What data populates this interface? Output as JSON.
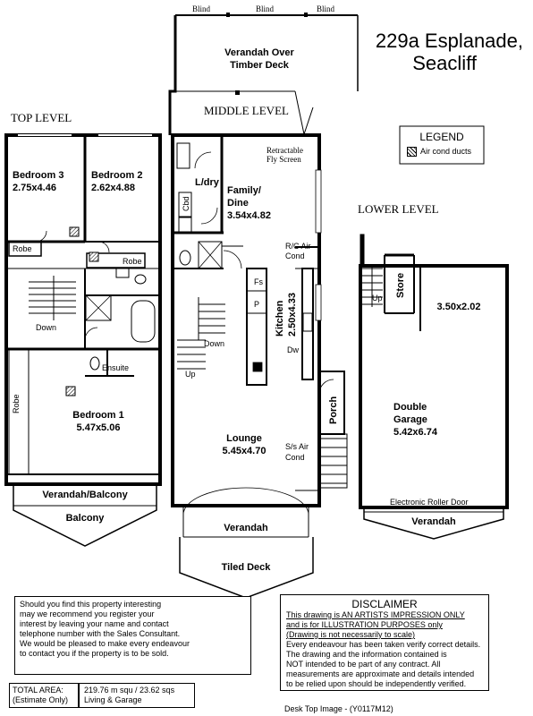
{
  "address": {
    "line1": "229a Esplanade,",
    "line2": "Seacliff"
  },
  "levels": {
    "top": "TOP LEVEL",
    "middle": "MIDDLE LEVEL",
    "lower": "LOWER LEVEL"
  },
  "outdoor": {
    "blind1": "Blind",
    "blind2": "Blind",
    "blind3": "Blind",
    "verandah_over": "Verandah Over",
    "timber_deck": "Timber Deck",
    "retractable": "Retractable",
    "fly_screen": "Fly Screen"
  },
  "top_level": {
    "bed3_name": "Bedroom 3",
    "bed3_size": "2.75x4.46",
    "bed2_name": "Bedroom 2",
    "bed2_size": "2.62x4.88",
    "robe1": "Robe",
    "robe2": "Robe",
    "robe3": "Robe",
    "down": "Down",
    "ensuite": "Ensuite",
    "bed1_name": "Bedroom 1",
    "bed1_size": "5.47x5.06",
    "verandah_balcony": "Verandah/Balcony",
    "balcony": "Balcony"
  },
  "middle_level": {
    "ldry": "L/dry",
    "cbd": "Cbd",
    "family_name": "Family/",
    "family_name2": "Dine",
    "family_size": "3.54x4.82",
    "rc_air1": "R/C Air",
    "rc_air2": "Cond",
    "fs": "Fs",
    "p": "P",
    "dw": "Dw",
    "kitchen_name": "Kitchen",
    "kitchen_size": "2.50x4.33",
    "down": "Down",
    "up": "Up",
    "porch": "Porch",
    "lounge_name": "Lounge",
    "lounge_size": "5.45x4.70",
    "ss_air1": "S/s Air",
    "ss_air2": "Cond",
    "verandah": "Verandah",
    "tiled_deck": "Tiled Deck"
  },
  "lower_level": {
    "up": "Up",
    "store": "Store",
    "store_size": "3.50x2.02",
    "garage_name1": "Double",
    "garage_name2": "Garage",
    "garage_size": "5.42x6.74",
    "roller_door": "Electronic Roller Door",
    "verandah": "Verandah"
  },
  "legend": {
    "title": "LEGEND",
    "item": "Air cond ducts"
  },
  "contact_note": {
    "l1": "Should you find this property interesting",
    "l2": "may we recommend you register your",
    "l3": "interest by leaving your name and contact",
    "l4": "telephone number with the Sales Consultant.",
    "l5": "We would be pleased to make every endeavour",
    "l6": "to contact you if the property is to be sold."
  },
  "disclaimer": {
    "title": "DISCLAIMER",
    "u1": "This drawing is AN ARTISTS IMPRESSION ONLY",
    "u2": "and is for ILLUSTRATION PURPOSES only",
    "u3": "(Drawing is not necessarily to scale)",
    "l1": "Every endeavour has been taken verify correct details.",
    "l2": "The drawing and the information contained is",
    "l3": "NOT intended to be part of any contract.  All",
    "l4": "measurements are approximate and details intended",
    "l5": "to be relied upon should be independently verified."
  },
  "total_area": {
    "label1": "TOTAL AREA:",
    "label2": "(Estimate Only)",
    "value1": "219.76 m squ /  23.62 sqs",
    "value2": "Living & Garage"
  },
  "footer": "Desk Top Image -  (Y0117M12)"
}
